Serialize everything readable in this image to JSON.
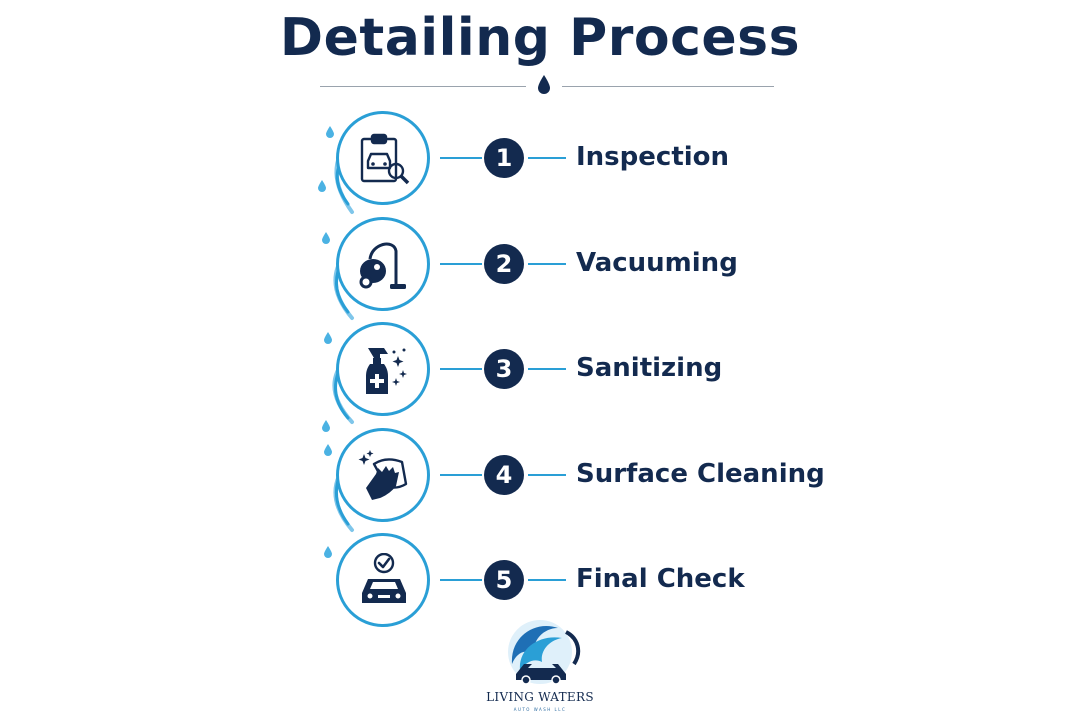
{
  "title": "Detailing Process",
  "colors": {
    "navy": "#132a4f",
    "accent": "#2a9fd6",
    "light": "#7fc6ea"
  },
  "steps": [
    {
      "number": "1",
      "label": "Inspection",
      "icon": "clipboard-car-magnifier-icon"
    },
    {
      "number": "2",
      "label": "Vacuuming",
      "icon": "vacuum-cleaner-icon"
    },
    {
      "number": "3",
      "label": "Sanitizing",
      "icon": "spray-bottle-icon"
    },
    {
      "number": "4",
      "label": "Surface Cleaning",
      "icon": "gloved-hand-cloth-icon"
    },
    {
      "number": "5",
      "label": "Final Check",
      "icon": "car-checkmark-icon"
    }
  ],
  "logo": {
    "name": "LIVING WATERS",
    "tagline": "AUTO WASH LLC"
  }
}
